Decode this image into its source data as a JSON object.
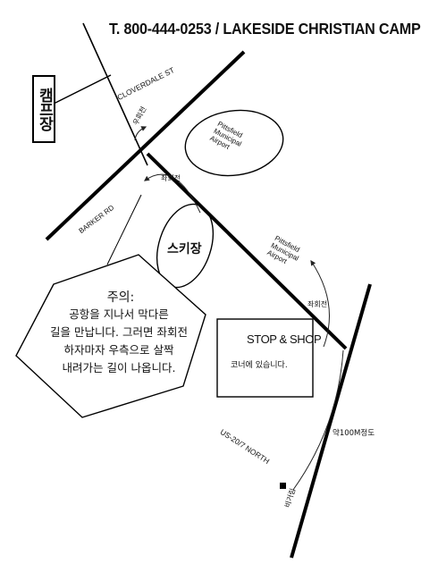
{
  "header": {
    "title": "T. 800-444-0253 / LAKESIDE CHRISTIAN CAMP"
  },
  "camp": {
    "label": "캠프장"
  },
  "streets": {
    "cloverdale": "CLOVERDALE ST",
    "barker": "BARKER RD",
    "us20": "US-20/7 NORTH"
  },
  "airport": {
    "lines": [
      "Pittsfield",
      "Municipal",
      "Airport"
    ]
  },
  "airport_sign": {
    "lines": [
      "Pittsfield",
      "Municipal",
      "Airport"
    ]
  },
  "turns": {
    "right_at_cloverdale": "우회전",
    "left_at_barker": "좌회전",
    "left_at_route": "좌회전"
  },
  "ski": {
    "label": "스키장"
  },
  "store": {
    "name": "STOP & SHOP",
    "note": "코너에 있습니다."
  },
  "distance": {
    "label": "약100M정도"
  },
  "airfield": {
    "label": "비거림"
  },
  "note": {
    "title": "주의:",
    "lines": [
      "공항을 지나서 막다른",
      "길을 만납니다. 그러면 좌회전",
      "하자마자 우측으로 살짝",
      "내려가는 길이 나옵니다."
    ]
  }
}
